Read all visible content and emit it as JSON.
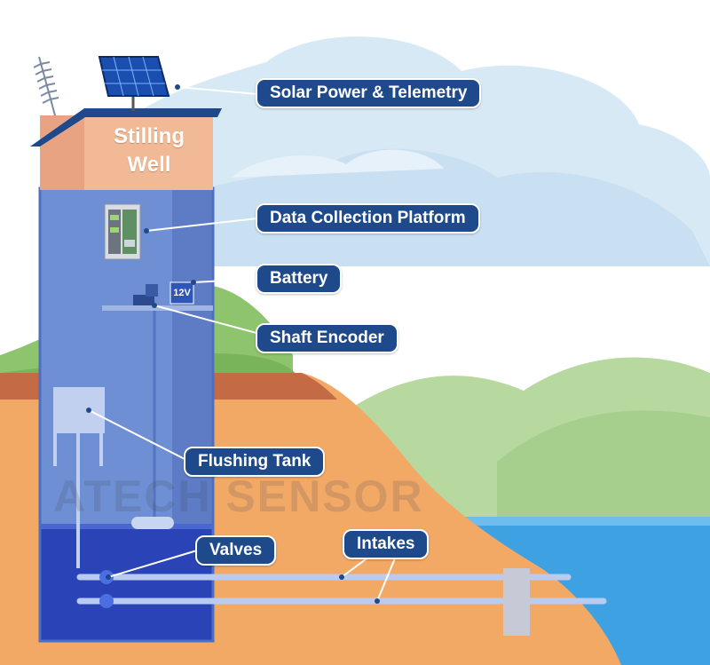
{
  "well": {
    "title_line1": "Stilling",
    "title_line2": "Well"
  },
  "battery": {
    "voltage": "12V"
  },
  "callouts": {
    "solar": "Solar Power & Telemetry",
    "dcp": "Data Collection Platform",
    "battery": "Battery",
    "shaft_encoder": "Shaft Encoder",
    "flushing_tank": "Flushing Tank",
    "valves": "Valves",
    "intakes": "Intakes"
  },
  "watermark": "ATECH SENSOR",
  "colors": {
    "sky": "#ffffff",
    "cloud": "#d5e7f5",
    "water": "#3c9fe0",
    "soil": "#f2a864",
    "hill_green": "#8dc56a",
    "well_body": "#6f8fd4",
    "well_roof": "#f0b896",
    "callout_bg": "#1e4a8c"
  },
  "icons": [
    "antenna-icon",
    "solar-panel-icon",
    "data-logger-icon",
    "battery-icon",
    "float-icon",
    "valve-icon"
  ]
}
